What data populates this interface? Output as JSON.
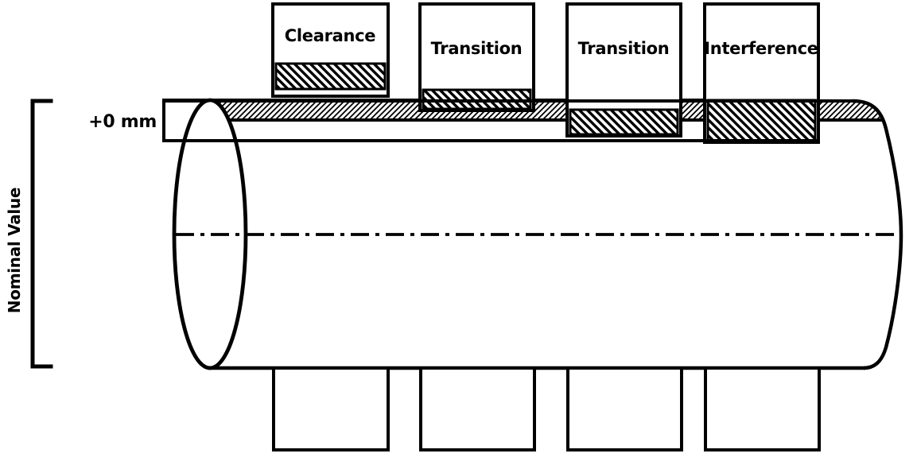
{
  "diagram": {
    "type": "engineering-fit-tolerance-diagram",
    "subject": "shaft-with-hole-tolerance-zones"
  },
  "labels": {
    "zero_deviation": "+0 mm",
    "nominal": "Nominal Value"
  },
  "fits": [
    {
      "label": "Clearance"
    },
    {
      "label": "Transition"
    },
    {
      "label": "Transition"
    },
    {
      "label": "Interference"
    }
  ],
  "colors": {
    "ink": "#000000",
    "background": "#ffffff"
  }
}
